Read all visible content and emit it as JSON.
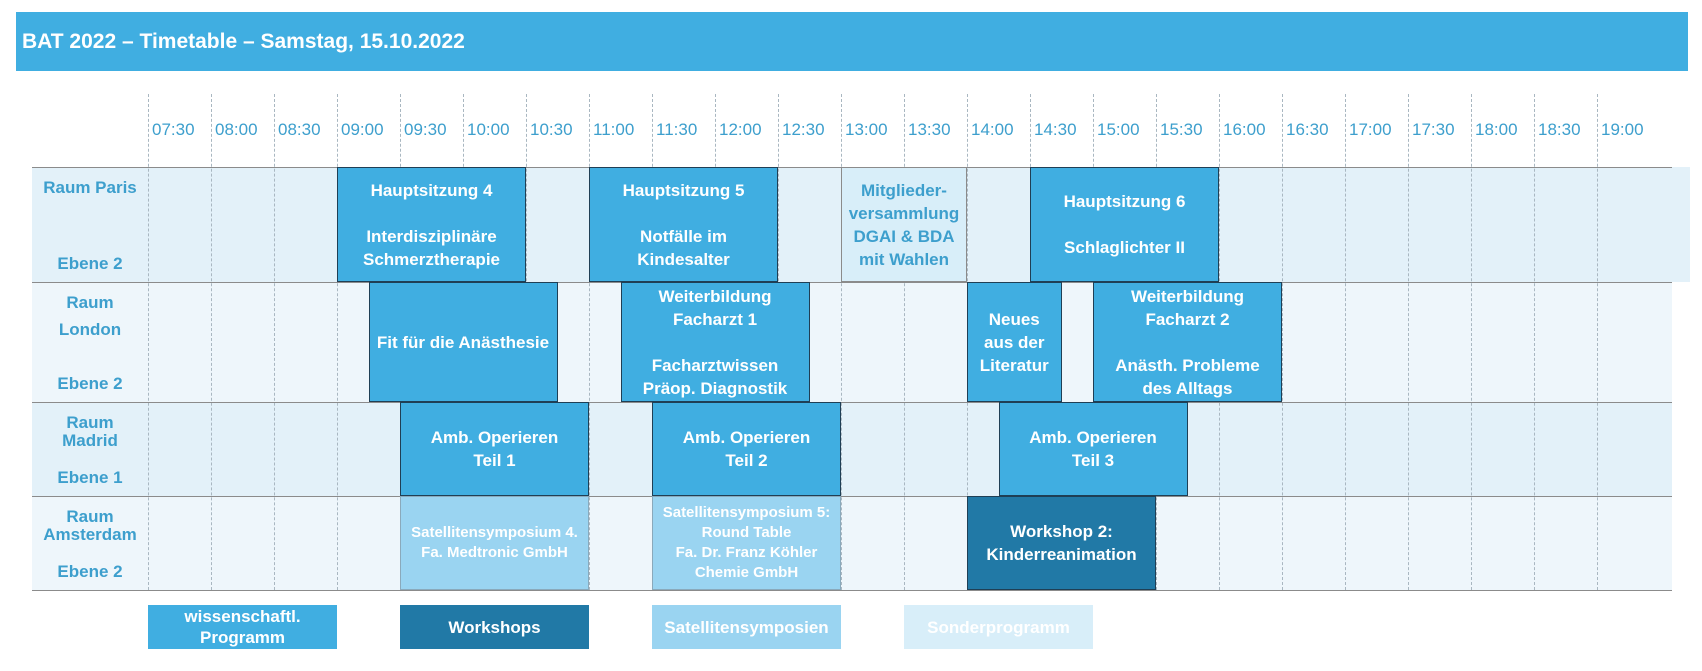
{
  "title": "BAT 2022 – Timetable – Samstag, 15.10.2022",
  "times": [
    "07:30",
    "08:00",
    "08:30",
    "09:00",
    "09:30",
    "10:00",
    "10:30",
    "11:00",
    "11:30",
    "12:00",
    "12:30",
    "13:00",
    "13:30",
    "14:00",
    "14:30",
    "15:00",
    "15:30",
    "16:00",
    "16:30",
    "17:00",
    "17:30",
    "18:00",
    "18:30",
    "19:00"
  ],
  "rooms": [
    {
      "lines": [
        "Raum Paris",
        "",
        "Ebene 2"
      ]
    },
    {
      "lines": [
        "Raum",
        "London",
        "",
        "Ebene 2"
      ]
    },
    {
      "lines": [
        "Raum",
        "Madrid",
        "",
        "Ebene 1"
      ]
    },
    {
      "lines": [
        "Raum",
        "Amsterdam",
        "",
        "Ebene 2"
      ]
    }
  ],
  "sessions": [
    {
      "room": 0,
      "start": "09:00",
      "end": "10:30",
      "category": "wiss",
      "lines": [
        "Hauptsitzung 4",
        "",
        "Interdisziplinäre",
        "Schmerztherapie"
      ]
    },
    {
      "room": 0,
      "start": "11:00",
      "end": "12:30",
      "category": "wiss",
      "lines": [
        "Hauptsitzung 5",
        "",
        "Notfälle im",
        "Kindesalter"
      ]
    },
    {
      "room": 0,
      "start": "13:00",
      "end": "14:00",
      "category": "sonder",
      "lines": [
        "Mitglieder-",
        "versammlung",
        "DGAI & BDA",
        "mit Wahlen"
      ]
    },
    {
      "room": 0,
      "start": "14:30",
      "end": "16:00",
      "category": "wiss",
      "lines": [
        "Hauptsitzung 6",
        "",
        "Schlaglichter II"
      ]
    },
    {
      "room": 1,
      "start": "09:15",
      "end": "10:45",
      "category": "wiss",
      "lines": [
        "Fit für die Anästhesie"
      ]
    },
    {
      "room": 1,
      "start": "11:15",
      "end": "12:45",
      "category": "wiss",
      "lines": [
        "Weiterbildung",
        "Facharzt 1",
        "",
        "Facharztwissen",
        "Präop. Diagnostik"
      ]
    },
    {
      "room": 1,
      "start": "14:00",
      "end": "14:45",
      "category": "wiss",
      "lines": [
        "Neues",
        "aus der",
        "Literatur"
      ]
    },
    {
      "room": 1,
      "start": "15:00",
      "end": "16:30",
      "category": "wiss",
      "lines": [
        "Weiterbildung",
        "Facharzt 2",
        "",
        "Anästh. Probleme",
        "des Alltags"
      ]
    },
    {
      "room": 2,
      "start": "09:30",
      "end": "11:00",
      "category": "wiss",
      "lines": [
        "Amb. Operieren",
        "Teil 1"
      ]
    },
    {
      "room": 2,
      "start": "11:30",
      "end": "13:00",
      "category": "wiss",
      "lines": [
        "Amb. Operieren",
        "Teil 2"
      ]
    },
    {
      "room": 2,
      "start": "14:15",
      "end": "15:45",
      "category": "wiss",
      "lines": [
        "Amb. Operieren",
        "Teil 3"
      ]
    },
    {
      "room": 3,
      "start": "09:30",
      "end": "11:00",
      "category": "sat",
      "lines": [
        "Satellitensymposium 4.",
        "Fa. Medtronic GmbH"
      ]
    },
    {
      "room": 3,
      "start": "11:30",
      "end": "13:00",
      "category": "sat",
      "lines": [
        "Satellitensymposium 5:",
        "Round Table",
        "Fa. Dr. Franz Köhler",
        "Chemie GmbH"
      ]
    },
    {
      "room": 3,
      "start": "14:00",
      "end": "15:30",
      "category": "work",
      "lines": [
        "Workshop 2:",
        "Kinderreanimation"
      ]
    }
  ],
  "legend": [
    {
      "category": "wiss",
      "lines": [
        "wissenschaftl.",
        "Programm"
      ]
    },
    {
      "category": "work",
      "lines": [
        "Workshops"
      ]
    },
    {
      "category": "sat",
      "lines": [
        "Satellitensymposien"
      ]
    },
    {
      "category": "sonder",
      "lines": [
        "Sonderprogramm"
      ]
    }
  ],
  "colors": {
    "title_bar": "#40aee1",
    "wiss": "#40aee1",
    "work": "#2179a6",
    "sat": "#9ad4f1",
    "sonder": "#d8eef9",
    "text_accent": "#3d9fcd",
    "row_band_a": "#e3f1f9",
    "row_band_b": "#eef6fb"
  }
}
